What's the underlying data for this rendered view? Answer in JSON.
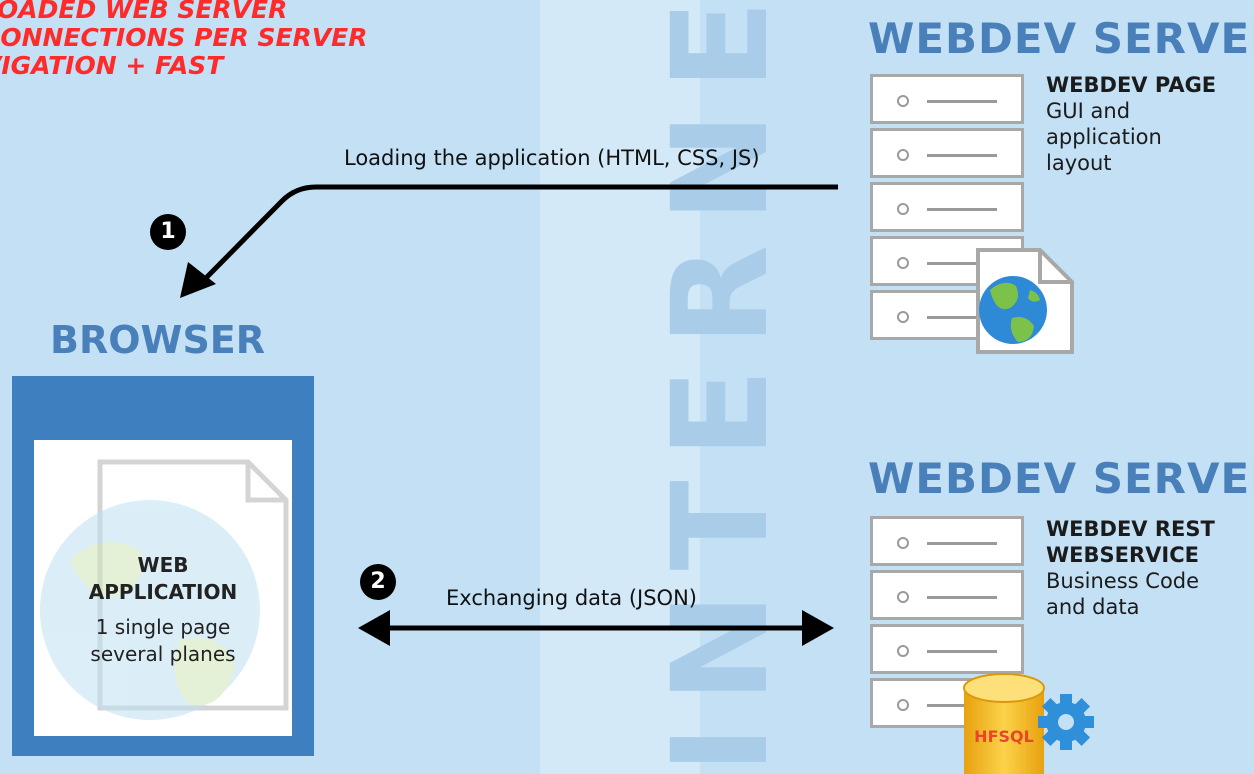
{
  "headline": {
    "lines": [
      "LOADED WEB SERVER",
      "CONNECTIONS PER SERVER",
      "VIGATION + FAST"
    ]
  },
  "watermark": "INTERNET",
  "server_top": {
    "title": "WEBDEV SERVER",
    "heading": "WEBDEV PAGE",
    "desc_lines": [
      "GUI and",
      "application",
      "layout"
    ]
  },
  "server_bottom": {
    "title": "WEBDEV SERVER",
    "heading_lines": [
      "WEBDEV REST",
      "WEBSERVICE"
    ],
    "desc_lines": [
      "Business Code",
      "and data"
    ],
    "db_label": "HFSQL"
  },
  "browser": {
    "title": "BROWSER",
    "app_heading_lines": [
      "WEB",
      "APPLICATION"
    ],
    "app_desc_lines": [
      "1 single page",
      "several planes"
    ]
  },
  "flows": {
    "step1": "1",
    "loading_label": "Loading the application (HTML, CSS, JS)",
    "step2": "2",
    "exchange_label": "Exchanging data (JSON)"
  },
  "colors": {
    "background": "#c3e0f5",
    "title_blue": "#4a80b9",
    "headline_red": "#ff2a2a",
    "browser_frame": "#3e7fc0",
    "database_gold": "#f4b81c",
    "gear_blue": "#2f8fd8"
  },
  "icons": [
    "server-rack-icon",
    "globe-document-icon",
    "database-icon",
    "gear-icon",
    "document-icon",
    "arrow-icon"
  ]
}
